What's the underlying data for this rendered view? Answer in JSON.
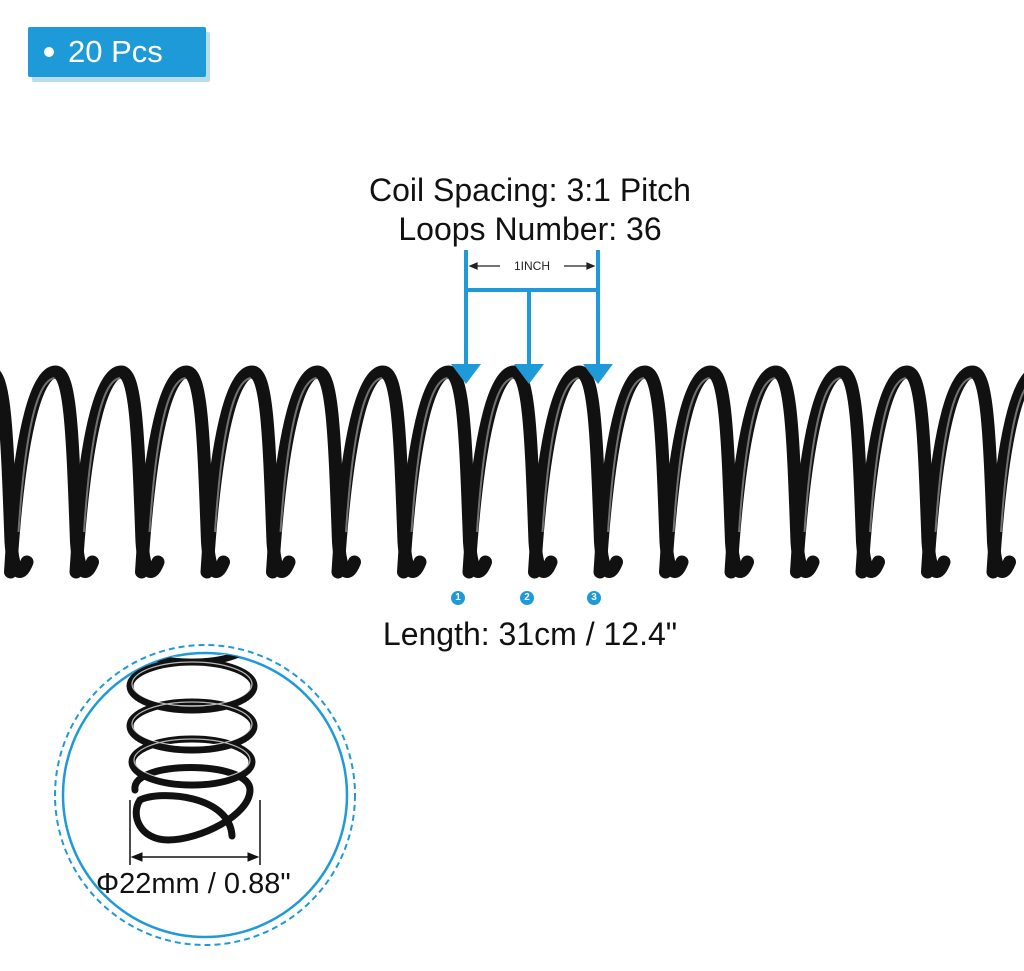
{
  "badge": {
    "label": "20 Pcs"
  },
  "spec": {
    "coil_spacing": "Coil Spacing: 3:1 Pitch",
    "loops_number": "Loops Number: 36",
    "pitch_unit": "1INCH",
    "length": "Length: 31cm / 12.4\"",
    "diameter": "Φ22mm / 0.88\""
  },
  "markers": [
    "1",
    "2",
    "3"
  ],
  "colors": {
    "accent": "#1f9ad8",
    "coil": "#111111",
    "background": "#ffffff"
  },
  "icons": {
    "pitch_arrows": "down-arrow-icon",
    "inch_arrows": "double-arrow-icon"
  }
}
